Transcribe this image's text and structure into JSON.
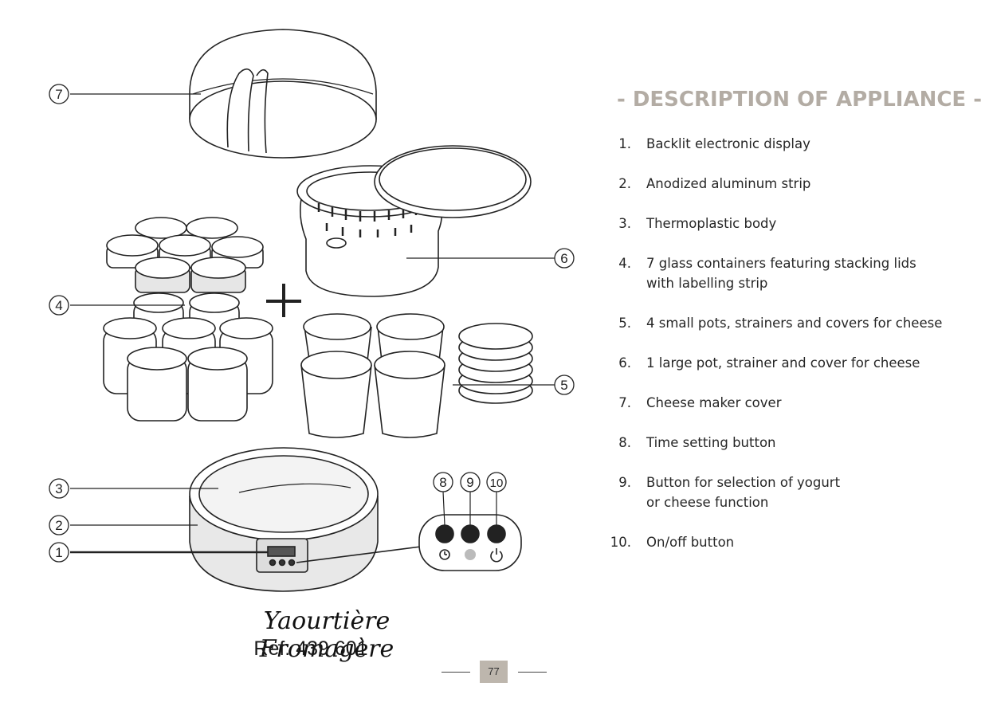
{
  "header": {
    "title": "- DESCRIPTION OF APPLIANCE -"
  },
  "parts": [
    {
      "number": "1.",
      "text": "Backlit electronic display"
    },
    {
      "number": "2.",
      "text": "Anodized aluminum strip"
    },
    {
      "number": "3.",
      "text": "Thermoplastic body"
    },
    {
      "number": "4.",
      "text": "7 glass containers featuring stacking lids\nwith labelling strip"
    },
    {
      "number": "5.",
      "text": "4 small pots, strainers and covers for cheese"
    },
    {
      "number": "6.",
      "text": "1 large pot, strainer and cover for cheese"
    },
    {
      "number": "7.",
      "text": "Cheese maker cover"
    },
    {
      "number": "8.",
      "text": "Time setting button"
    },
    {
      "number": "9.",
      "text": "Button for selection of yogurt\nor cheese function"
    },
    {
      "number": "10.",
      "text": "On/off button"
    }
  ],
  "callouts": [
    "7",
    "4",
    "6",
    "5",
    "3",
    "2",
    "1",
    "8",
    "9",
    "10"
  ],
  "product": {
    "name": "Yaourtière Fromagère",
    "ref": "Ref: 439 601"
  },
  "footer": {
    "page_number": "77"
  },
  "colors": {
    "title": "#b3aca4",
    "page_box": "#bdb6ad",
    "line_art": "#222222"
  },
  "icons": [
    "clock-icon",
    "half-moon-icon",
    "power-icon"
  ]
}
